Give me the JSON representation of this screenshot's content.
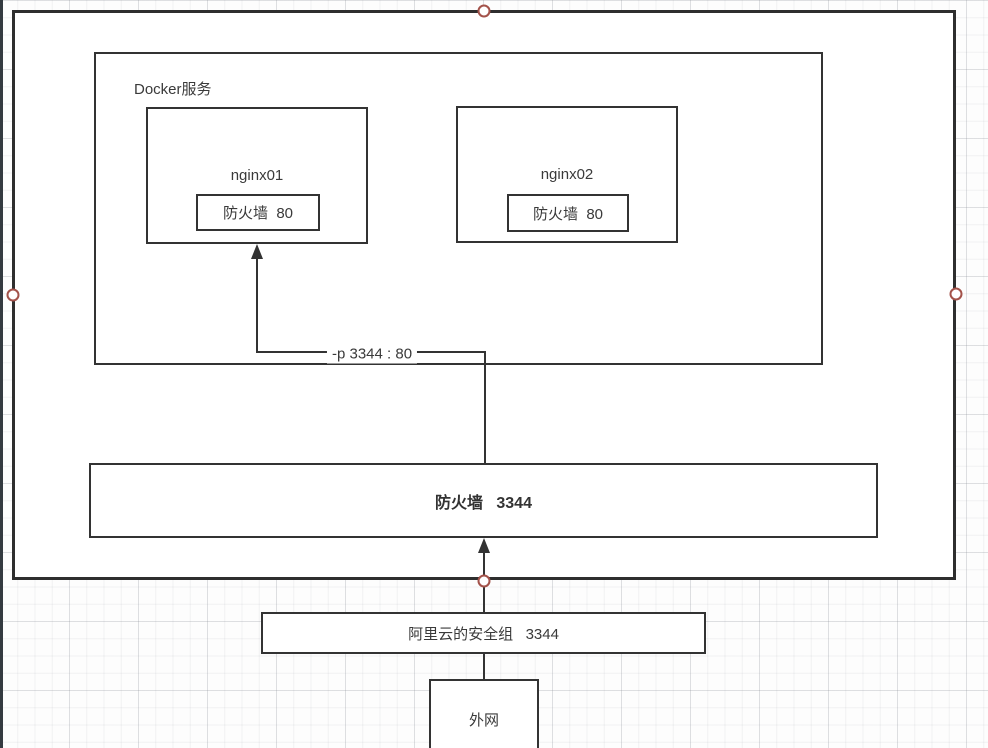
{
  "shapes": {
    "host": {
      "note": "selected outer container rectangle"
    },
    "docker": {
      "label": "Docker服务"
    },
    "nginx01": {
      "title": "nginx01",
      "port_label": "防火墙  80"
    },
    "nginx02": {
      "title": "nginx02",
      "port_label": "防火墙  80"
    },
    "firewall": {
      "label": "防火墙   3344"
    },
    "security_group": {
      "label": "阿里云的安全组   3344"
    },
    "external": {
      "label": "外网"
    }
  },
  "connectors": {
    "port_mapping": {
      "label": "-p 3344 : 80"
    }
  },
  "colors": {
    "stroke": "#333333",
    "selection_handle": "#a3524a",
    "canvas_grid": "#ebedef"
  }
}
